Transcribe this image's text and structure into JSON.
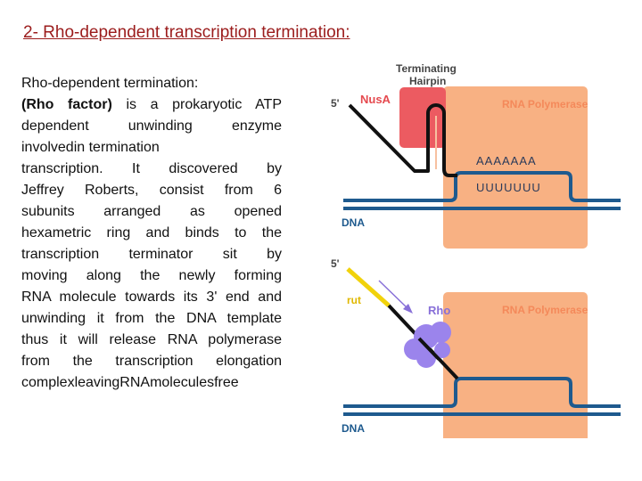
{
  "title": "2- Rho-dependent transcription termination:",
  "text": {
    "intro": "Rho-dependent termination:",
    "rho_factor": "(Rho factor)",
    "l2_rest": "is a prokaryotic ATP",
    "l3": "dependent unwinding enzyme",
    "l4": "involvedin termination",
    "l5": " transcription. It discovered by",
    "l6": "Jeffrey Roberts, consist from 6",
    "l7": "subunits arranged as opened",
    "l8": "hexametric ring and binds to the",
    "l9": "transcription terminator sit by",
    "l10": "moving along the newly forming",
    "l11": "RNA molecule towards its 3' end and",
    "l12": "unwinding it from the DNA template",
    "l13": "thus it will release RNA polymerase",
    "l14": "from the transcription elongation",
    "l15": "complexleavingRNAmoleculesfree"
  },
  "diagram_top": {
    "hairpin_label_1": "Terminating",
    "hairpin_label_2": "Hairpin",
    "five_prime": "5'",
    "nusa": "NusA",
    "polymerase": "RNA Polymerase",
    "a_seq": "AAAAAAA",
    "u_seq": "UUUUUUU",
    "dna": "DNA"
  },
  "diagram_bottom": {
    "five_prime": "5'",
    "rut": "rut",
    "rho": "Rho",
    "polymerase": "RNA Polymerase",
    "dna": "DNA"
  },
  "colors": {
    "title": "#9b1c1c",
    "polymerase_fill": "#f8b183",
    "polymerase_label": "#f4895a",
    "nusa_fill": "#ec5b61",
    "nusa_label": "#e54a4f",
    "dna_strand": "#1e5a8e",
    "rut_yellow": "#f1d20b",
    "rho_purple": "#9b84ec",
    "rho_label": "#8870d8"
  }
}
